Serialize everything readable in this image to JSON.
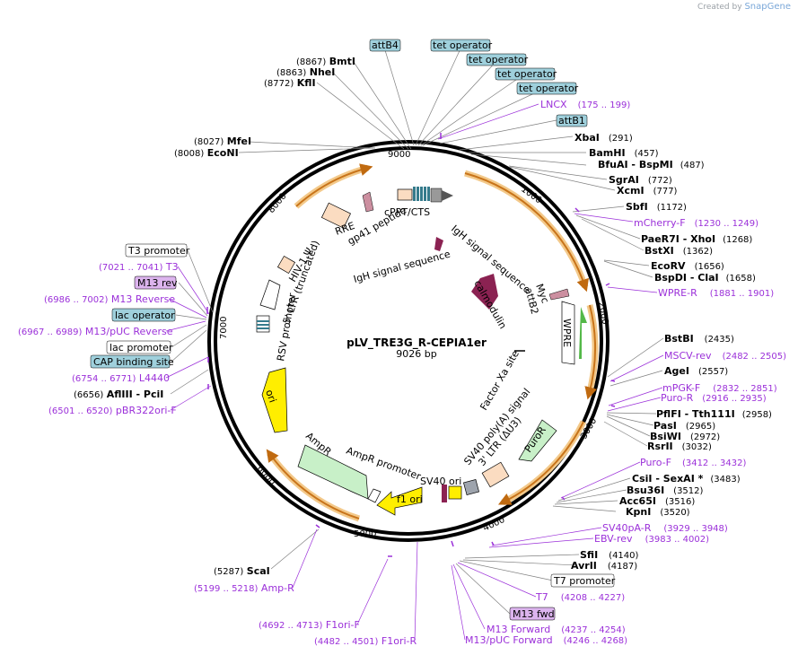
{
  "credit": {
    "prefix": "Created by",
    "brand": "SnapGene"
  },
  "plasmid": {
    "name": "pLV_TRE3G_R-CEPIA1er",
    "length_label": "9026 bp",
    "length": 9026
  },
  "ticks": [
    "1000",
    "2000",
    "3000",
    "4000",
    "5000",
    "6000",
    "7000",
    "8000",
    "9000"
  ],
  "sites": [
    {
      "name": "BmtI",
      "pos": "(8867)",
      "kind": "enzyme"
    },
    {
      "name": "NheI",
      "pos": "(8863)",
      "kind": "enzyme"
    },
    {
      "name": "KflI",
      "pos": "(8772)",
      "kind": "enzyme"
    },
    {
      "name": "MfeI",
      "pos": "(8027)",
      "kind": "enzyme"
    },
    {
      "name": "EcoNI",
      "pos": "(8008)",
      "kind": "enzyme"
    },
    {
      "name": "attB4",
      "kind": "boxed"
    },
    {
      "name": "tet operator",
      "kind": "boxed"
    },
    {
      "name": "tet operator",
      "kind": "boxed"
    },
    {
      "name": "tet operator",
      "kind": "boxed"
    },
    {
      "name": "tet operator",
      "kind": "boxed"
    },
    {
      "name": "LNCX",
      "pos": "(175 .. 199)",
      "kind": "primer"
    },
    {
      "name": "attB1",
      "kind": "boxed"
    },
    {
      "name": "XbaI",
      "pos": "(291)",
      "kind": "enzyme"
    },
    {
      "name": "BamHI",
      "pos": "(457)",
      "kind": "enzyme"
    },
    {
      "name": "BfuAI  - BspMI",
      "pos": "(487)",
      "kind": "enzyme"
    },
    {
      "name": "SgrAI",
      "pos": "(772)",
      "kind": "enzyme"
    },
    {
      "name": "XcmI",
      "pos": "(777)",
      "kind": "enzyme"
    },
    {
      "name": "SbfI",
      "pos": "(1172)",
      "kind": "enzyme"
    },
    {
      "name": "mCherry-F",
      "pos": "(1230 .. 1249)",
      "kind": "primer"
    },
    {
      "name": "PaeR7I  - XhoI",
      "pos": "(1268)",
      "kind": "enzyme"
    },
    {
      "name": "BstXI",
      "pos": "(1362)",
      "kind": "enzyme"
    },
    {
      "name": "EcoRV",
      "pos": "(1656)",
      "kind": "enzyme"
    },
    {
      "name": "BspDI  - ClaI",
      "pos": "(1658)",
      "kind": "enzyme"
    },
    {
      "name": "WPRE-R",
      "pos": "(1881 .. 1901)",
      "kind": "primer"
    },
    {
      "name": "BstBI",
      "pos": "(2435)",
      "kind": "enzyme"
    },
    {
      "name": "MSCV-rev",
      "pos": "(2482 .. 2505)",
      "kind": "primer"
    },
    {
      "name": "AgeI",
      "pos": "(2557)",
      "kind": "enzyme"
    },
    {
      "name": "mPGK-F",
      "pos": "(2832 .. 2851)",
      "kind": "primer"
    },
    {
      "name": "Puro-R",
      "pos": "(2916 .. 2935)",
      "kind": "primer"
    },
    {
      "name": "PflFI  - Tth111I",
      "pos": "(2958)",
      "kind": "enzyme"
    },
    {
      "name": "PasI",
      "pos": "(2965)",
      "kind": "enzyme"
    },
    {
      "name": "BsiWI",
      "pos": "(2972)",
      "kind": "enzyme"
    },
    {
      "name": "RsrII",
      "pos": "(3032)",
      "kind": "enzyme"
    },
    {
      "name": "Puro-F",
      "pos": "(3412 .. 3432)",
      "kind": "primer"
    },
    {
      "name": "CsiI  - SexAI *",
      "pos": "(3483)",
      "kind": "enzyme"
    },
    {
      "name": "Bsu36I",
      "pos": "(3512)",
      "kind": "enzyme"
    },
    {
      "name": "Acc65I",
      "pos": "(3516)",
      "kind": "enzyme"
    },
    {
      "name": "KpnI",
      "pos": "(3520)",
      "kind": "enzyme"
    },
    {
      "name": "SV40pA-R",
      "pos": "(3929 .. 3948)",
      "kind": "primer"
    },
    {
      "name": "EBV-rev",
      "pos": "(3983 .. 4002)",
      "kind": "primer"
    },
    {
      "name": "SfiI",
      "pos": "(4140)",
      "kind": "enzyme"
    },
    {
      "name": "AvrII",
      "pos": "(4187)",
      "kind": "enzyme"
    },
    {
      "name": "T7 promoter",
      "kind": "white"
    },
    {
      "name": "T7",
      "pos": "(4208 .. 4227)",
      "kind": "primer"
    },
    {
      "name": "M13 fwd",
      "kind": "pink"
    },
    {
      "name": "M13 Forward",
      "pos": "(4237 .. 4254)",
      "kind": "primer"
    },
    {
      "name": "M13/pUC Forward",
      "pos": "(4246 .. 4268)",
      "kind": "primer"
    },
    {
      "name": "ScaI",
      "pos": "(5287)",
      "kind": "enzyme"
    },
    {
      "name": "Amp-R",
      "pos": "(5199 .. 5218)",
      "kind": "primer"
    },
    {
      "name": "F1ori-F",
      "pos": "(4692 .. 4713)",
      "kind": "primer"
    },
    {
      "name": "F1ori-R",
      "pos": "(4482 .. 4501)",
      "kind": "primer"
    },
    {
      "name": "T3 promoter",
      "kind": "white"
    },
    {
      "name": "T3",
      "pos": "(7021 .. 7041)",
      "kind": "primer"
    },
    {
      "name": "M13 rev",
      "kind": "pink"
    },
    {
      "name": "M13 Reverse",
      "pos": "(6986 .. 7002)",
      "kind": "primer"
    },
    {
      "name": "lac operator",
      "kind": "boxed"
    },
    {
      "name": "M13/pUC Reverse",
      "pos": "(6967 .. 6989)",
      "kind": "primer"
    },
    {
      "name": "lac promoter",
      "kind": "white"
    },
    {
      "name": "CAP binding site",
      "kind": "boxed"
    },
    {
      "name": "L4440",
      "pos": "(6754 .. 6771)",
      "kind": "primer"
    },
    {
      "name": "AflIII  - PciI",
      "pos": "(6656)",
      "kind": "enzyme"
    },
    {
      "name": "pBR322ori-F",
      "pos": "(6501 .. 6520)",
      "kind": "primer"
    }
  ],
  "features": {
    "ighss1": "IgH signal sequence",
    "ighss2": "IgH signal sequence",
    "cppt": "cPPT/CTS",
    "rre": "RRE",
    "gp41": "gp41 peptide",
    "hiv": "HIV-1 Ψ",
    "ltr5": "5' LTR (truncated)",
    "rsv": "RSV promoter",
    "calmodulin": "calmodulin",
    "myc": "Myc",
    "attb2": "attB2",
    "wpre": "WPRE",
    "factorxa": "Factor Xa site",
    "puror": "PuroR",
    "sv40pa": "SV40 poly(A) signal",
    "ltr3": "3' LTR (ΔU3)",
    "sv40ori": "SV40 ori",
    "f1ori": "f1 ori",
    "ampr_promoter": "AmpR promoter",
    "ampr": "AmpR",
    "ori": "ori"
  },
  "colors": {
    "enzyme": "#000000",
    "primer": "#9b30d9",
    "boxed_fill": "#9fd0dc",
    "pink_fill": "#dcb4ee",
    "backbone": "#000000",
    "orf": "#e8a23a",
    "ori_fill": "#ffee00",
    "ampr_fill": "#c8f0c8",
    "calmodulin": "#8b2252"
  }
}
